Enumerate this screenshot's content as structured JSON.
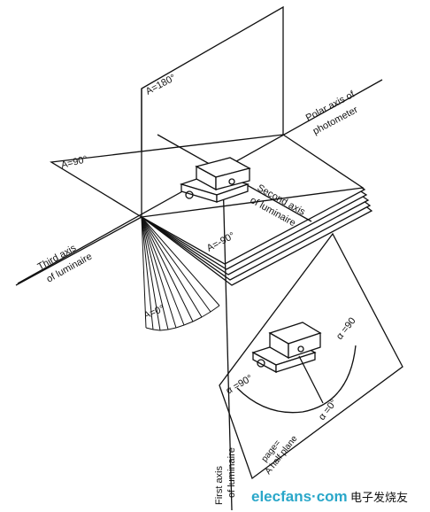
{
  "labels": {
    "a180": "A=180°",
    "a90_left": "A=90°",
    "a_neg90": "A=-90°",
    "a0": "A=0°",
    "polar_axis_1": "Polar axis of",
    "polar_axis_2": "photometer",
    "second_axis_1": "Second axis",
    "second_axis_2": "of luminaire",
    "third_axis_1": "Third axis",
    "third_axis_2": "of luminaire",
    "first_axis_1": "First axis",
    "first_axis_2": "of luminaire",
    "alpha_90_right": "α =90",
    "alpha_90_left": "α =90°",
    "alpha_0": "α =0°",
    "page_1": "page=",
    "page_2": "A half plane"
  },
  "watermark": {
    "brand": "elecfans·com",
    "chinese": "电子发烧友"
  }
}
